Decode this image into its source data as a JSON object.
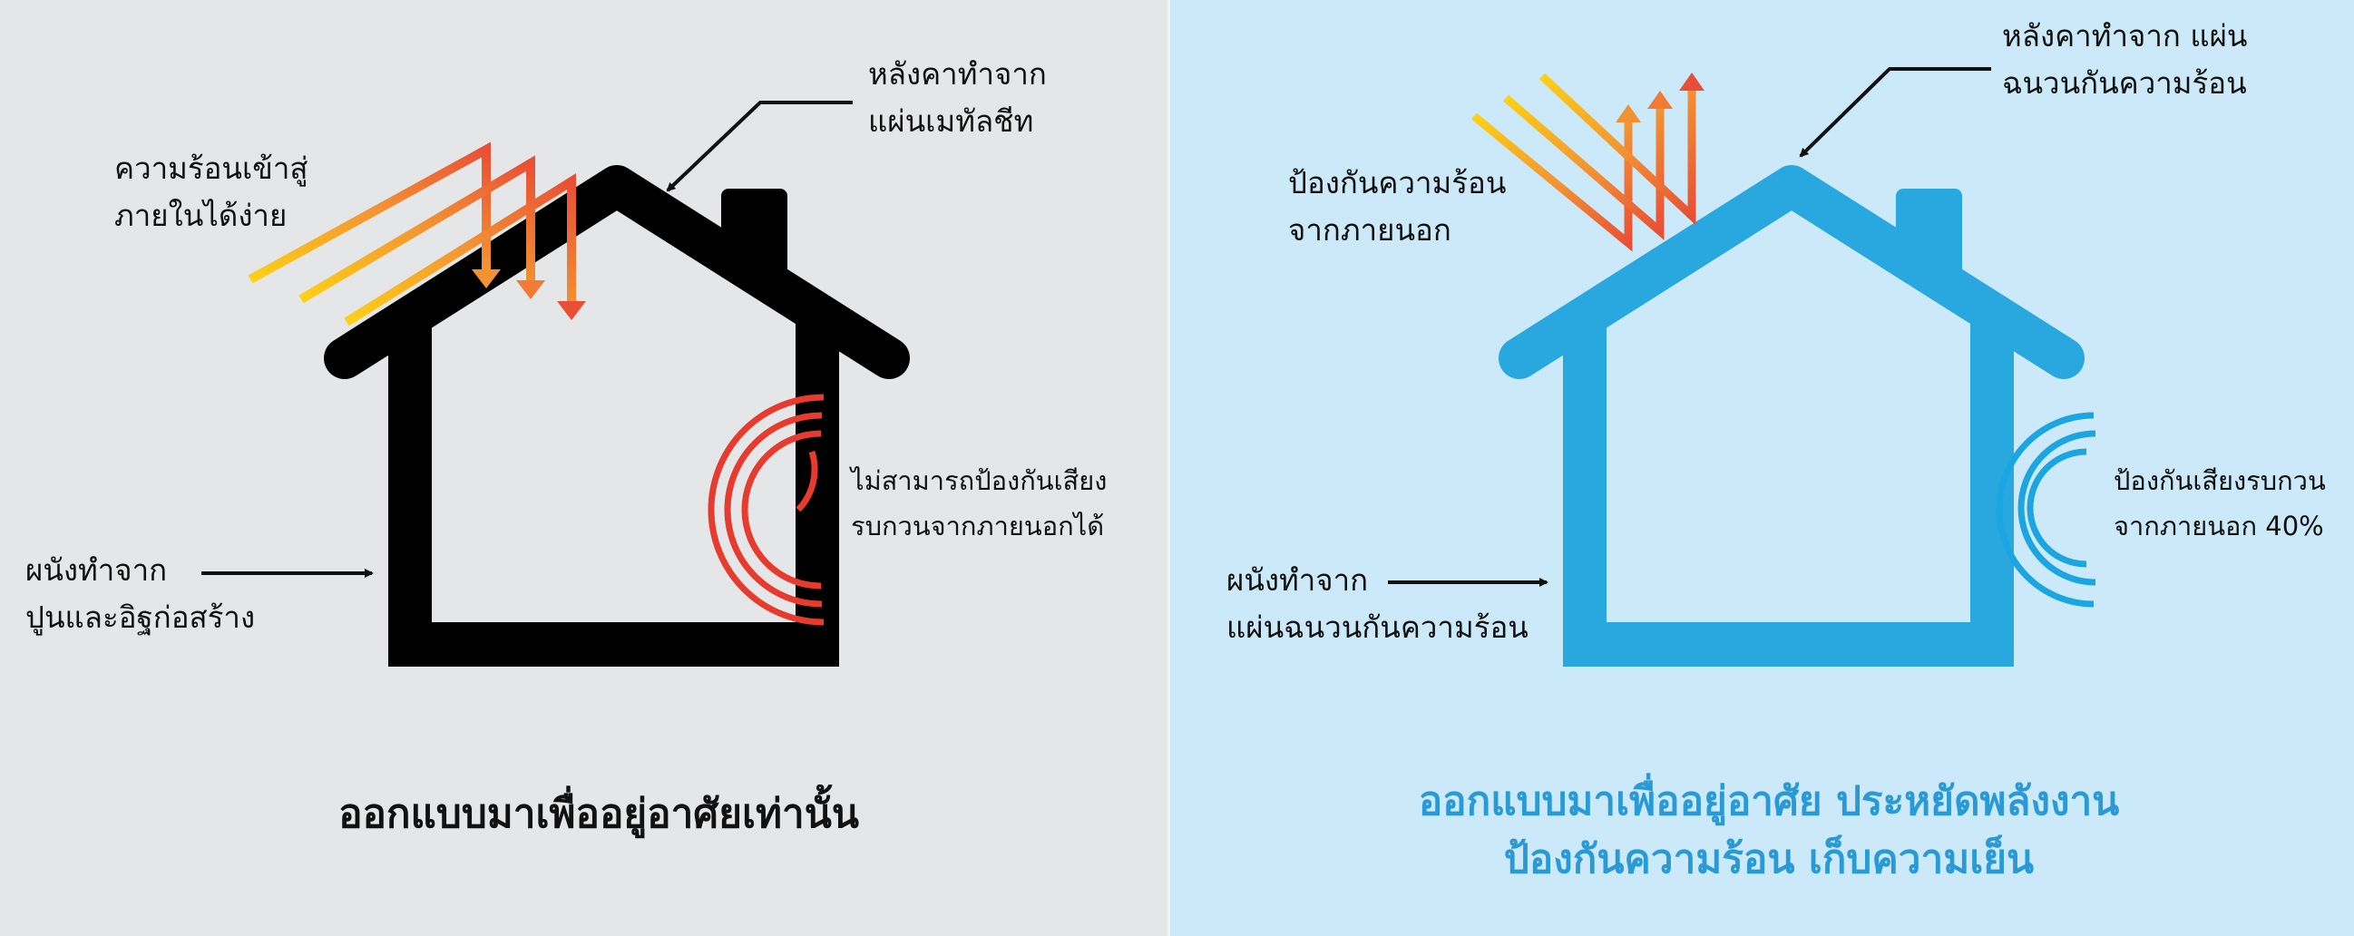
{
  "left": {
    "roof_label": [
      "หลังคาทำจาก",
      "แผ่นเมทัลชีท"
    ],
    "heat_label": [
      "ความร้อนเข้าสู่",
      "ภายในได้ง่าย"
    ],
    "sound_label": [
      "ไม่สามารถป้องกันเสียง",
      "รบกวนจากภายนอกได้"
    ],
    "wall_label": [
      "ผนังทำจาก",
      "ปูนและอิฐก่อสร้าง"
    ],
    "caption": [
      "ออกแบบมาเพื่ออยู่อาศัยเท่านั้น"
    ]
  },
  "right": {
    "roof_label": [
      "หลังคาทำจาก แผ่น",
      "ฉนวนกันความร้อน"
    ],
    "heat_label": [
      "ป้องกันความร้อน",
      "จากภายนอก"
    ],
    "sound_label": [
      "ป้องกันเสียงรบกวน",
      "จากภายนอก 40%"
    ],
    "wall_label": [
      "ผนังทำจาก",
      "แผ่นฉนวนกันความร้อน"
    ],
    "caption": [
      "ออกแบบมาเพื่ออยู่อาศัย ประหยัดพลังงาน",
      "ป้องกันความร้อน เก็บความเย็น"
    ]
  },
  "colors": {
    "left_bg": "#e5e6e7",
    "right_bg": "#cbe9f8",
    "left_house": "#000000",
    "right_house": "#29a8e0",
    "heat_yellow": "#fcd116",
    "heat_orange": "#f39233",
    "heat_red": "#e94f35",
    "sound_red": "#e63b2e",
    "sound_blue": "#1ba6e2",
    "caption_blue": "#2a9ad6"
  },
  "icons": [
    "house-icon",
    "heat-rays-icon",
    "sound-waves-icon",
    "pointer-arrow-icon"
  ]
}
